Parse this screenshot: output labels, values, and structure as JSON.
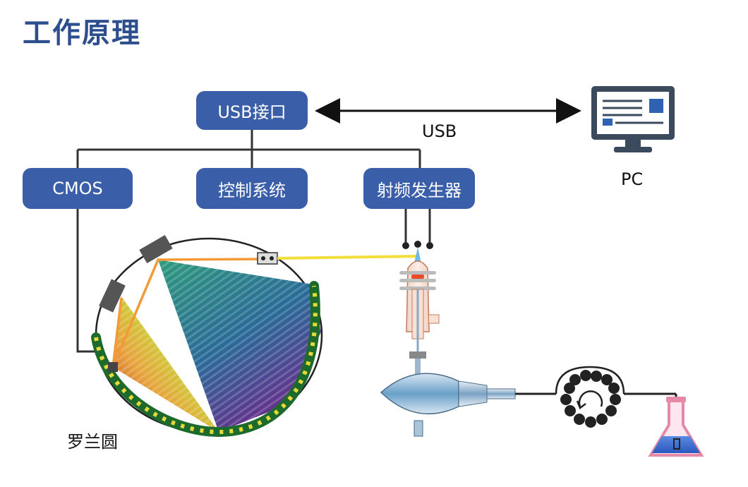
{
  "title": "工作原理",
  "boxes": {
    "usb_interface": "USB接口",
    "cmos": "CMOS",
    "control_system": "控制系统",
    "rf_generator": "射频发生器"
  },
  "labels": {
    "usb": "USB",
    "pc": "PC",
    "rowland_circle": "罗兰圆"
  },
  "colors": {
    "accent": "#3a5ea8",
    "title": "#2c4e8d",
    "monitor": "#3b4a5c"
  }
}
